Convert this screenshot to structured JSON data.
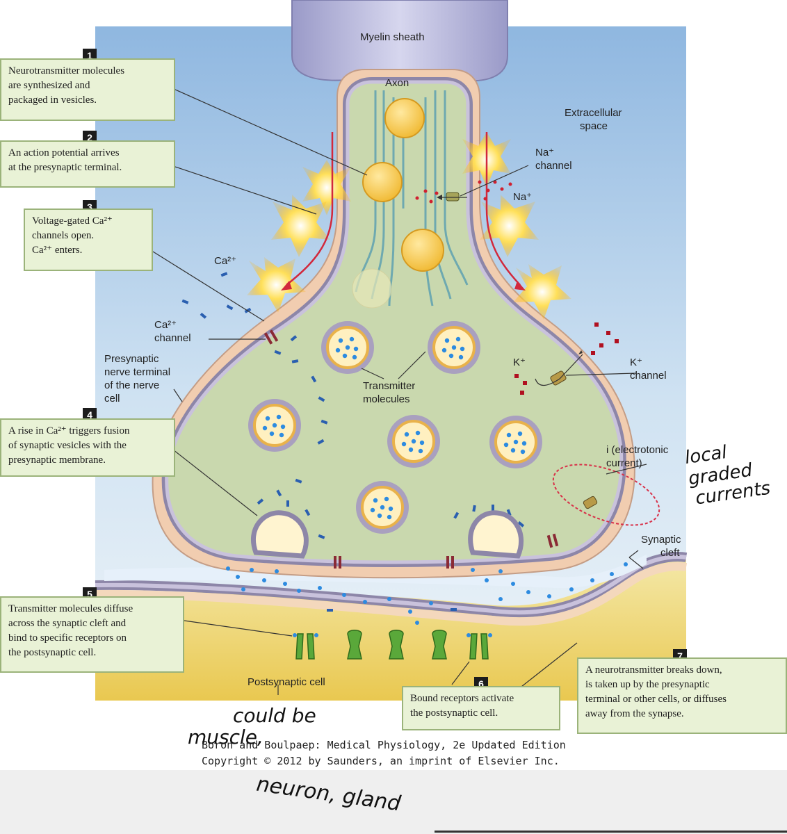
{
  "labels": {
    "myelin": "Myelin sheath",
    "axon": "Axon",
    "extracellular": [
      "Extracellular",
      "space"
    ],
    "na_channel": [
      "Na⁺",
      "channel"
    ],
    "na_ion": "Na⁺",
    "ca_ion": "Ca²⁺",
    "ca_channel": [
      "Ca²⁺",
      "channel"
    ],
    "presynaptic": [
      "Presynaptic",
      "nerve terminal",
      "of the nerve",
      "cell"
    ],
    "transmitter": [
      "Transmitter",
      "molecules"
    ],
    "k_ion": "K⁺",
    "k_channel": [
      "K⁺",
      "channel"
    ],
    "electrotonic": [
      "i (electrotonic",
      "current)"
    ],
    "synaptic_cleft": [
      "Synaptic",
      "cleft"
    ],
    "postsynaptic": "Postsynaptic cell"
  },
  "steps": [
    {
      "num": "1",
      "lines": [
        "Neurotransmitter molecules",
        "are synthesized and",
        "packaged in vesicles."
      ]
    },
    {
      "num": "2",
      "lines": [
        "An action potential arrives",
        "at the presynaptic terminal."
      ]
    },
    {
      "num": "3",
      "lines": [
        "Voltage-gated Ca²⁺",
        "channels open.",
        "Ca²⁺ enters."
      ]
    },
    {
      "num": "4",
      "lines": [
        "A rise in Ca²⁺ triggers fusion",
        "of synaptic vesicles with the",
        "presynaptic membrane."
      ]
    },
    {
      "num": "5",
      "lines": [
        "Transmitter molecules diffuse",
        "across the synaptic cleft and",
        "bind to specific receptors on",
        "the postsynaptic cell."
      ]
    },
    {
      "num": "6",
      "lines": [
        "Bound receptors activate",
        "the postsynaptic cell."
      ]
    },
    {
      "num": "7",
      "lines": [
        "A neurotransmitter breaks down,",
        "is taken up by the presynaptic",
        "terminal or other cells, or diffuses",
        "away from the synapse."
      ]
    }
  ],
  "credit": [
    "Boron and Boulpaep: Medical Physiology, 2e Updated Edition",
    "Copyright © 2012 by Saunders, an imprint of Elsevier Inc."
  ],
  "handwriting": {
    "right": [
      "local",
      "graded",
      "currents"
    ],
    "bottom": [
      "could be",
      "muscle,",
      "neuron, gland"
    ]
  }
}
